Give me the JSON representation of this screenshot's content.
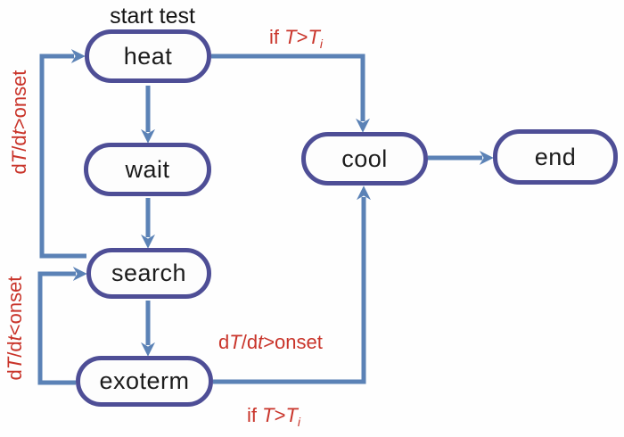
{
  "title": "start test",
  "nodes": {
    "heat": "heat",
    "wait": "wait",
    "search": "search",
    "exoterm": "exoterm",
    "cool": "cool",
    "end": "end"
  },
  "labels": {
    "if_top": {
      "pre": "if ",
      "T1": "T",
      "op": ">",
      "T2": "T",
      "sub": "i"
    },
    "if_bottom": {
      "pre": "if ",
      "T1": "T",
      "op": ">",
      "T2": "T",
      "sub": "i"
    },
    "rate_left_top": {
      "d1": "d",
      "T": "T",
      "slash_d": "/d",
      "t": "t",
      "rest": ">onset"
    },
    "rate_left_bottom": {
      "d1": "d",
      "T": "T",
      "slash_d": "/d",
      "t": "t",
      "rest": "<onset"
    },
    "rate_mid": {
      "d1": "d",
      "T": "T",
      "slash_d": "/d",
      "t": "t",
      "rest": ">onset"
    }
  },
  "colors": {
    "node_border": "#4e4e96",
    "arrow": "#5b82b6",
    "condition_text": "#c9342a",
    "node_text": "#1c1c1c"
  }
}
